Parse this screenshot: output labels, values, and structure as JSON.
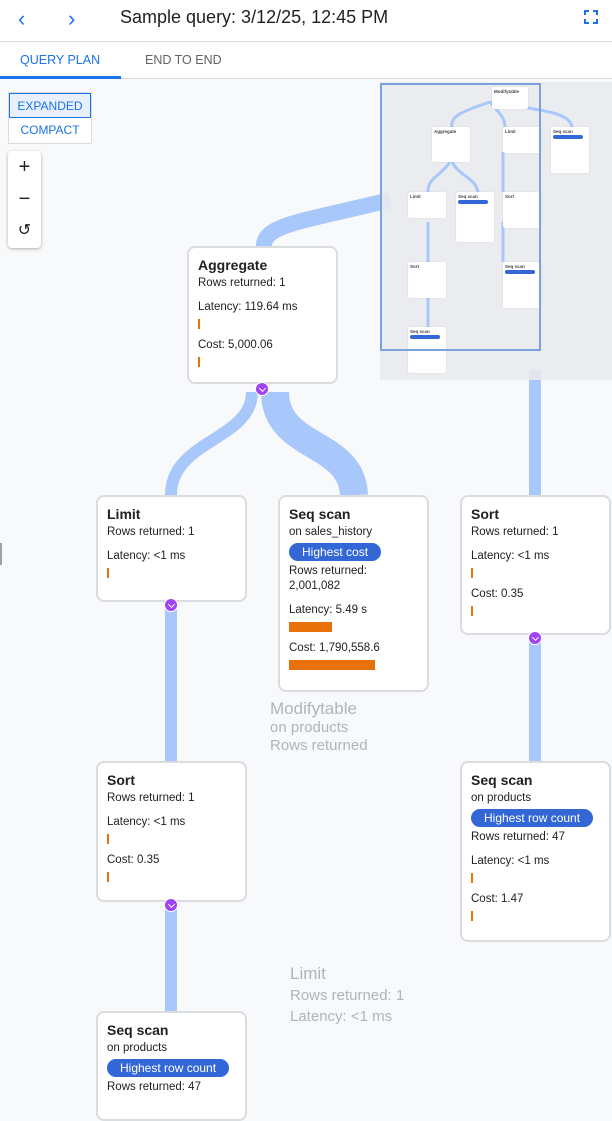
{
  "header": {
    "back_icon": "chevron-left",
    "forward_icon": "chevron-right",
    "title": "Sample query: 3/12/25, 12:45 PM",
    "fullscreen_icon": "fullscreen"
  },
  "tabs": [
    {
      "label": "QUERY PLAN",
      "active": true
    },
    {
      "label": "END TO END",
      "active": false
    }
  ],
  "view_mode": {
    "options": [
      "EXPANDED",
      "COMPACT"
    ],
    "selected": "EXPANDED"
  },
  "zoom_controls": {
    "zoom_in": "+",
    "zoom_out": "−",
    "reset": "↺"
  },
  "colors": {
    "accent": "#1a73e8",
    "edge": "#a8c7fa",
    "bar": "#e8710a",
    "badge": "#3367d6",
    "chevron": "#a142f4"
  },
  "nodes": {
    "aggregate": {
      "title": "Aggregate",
      "rows": "Rows returned: 1",
      "latency": "Latency: 119.64 ms",
      "cost": "Cost: 5,000.06"
    },
    "limit": {
      "title": "Limit",
      "rows": "Rows returned: 1",
      "latency": "Latency: <1 ms"
    },
    "seqscan_sales": {
      "title": "Seq scan",
      "on": "on sales_history",
      "badge": "Highest cost",
      "rows": "Rows returned:",
      "rows_value": "2,001,082",
      "latency": "Latency: 5.49 s",
      "cost": "Cost: 1,790,558.6",
      "latency_fraction": 0.33,
      "cost_fraction": 0.67
    },
    "sort_right": {
      "title": "Sort",
      "rows": "Rows returned: 1",
      "latency": "Latency: <1 ms",
      "cost": "Cost: 0.35"
    },
    "sort_left": {
      "title": "Sort",
      "rows": "Rows returned: 1",
      "latency": "Latency: <1 ms",
      "cost": "Cost: 0.35"
    },
    "seqscan_products_right": {
      "title": "Seq scan",
      "on": "on products",
      "badge": "Highest row count",
      "rows": "Rows returned: 47",
      "latency": "Latency: <1 ms",
      "cost": "Cost: 1.47"
    },
    "seqscan_products_bottom": {
      "title": "Seq scan",
      "on": "on products",
      "badge": "Highest row count",
      "rows": "Rows returned: 47"
    }
  },
  "background_nodes": {
    "modifytable": {
      "title": "Modifytable",
      "on": "on products",
      "rows": "Rows returned"
    },
    "limit": {
      "title": "Limit",
      "rows": "Rows returned: 1",
      "latency": "Latency: <1 ms"
    }
  },
  "minimap": {
    "nodes": [
      "Modifytable",
      "Aggregate",
      "Limit",
      "Seq scan",
      "Limit",
      "Seq scan",
      "Sort",
      "Sort",
      "Seq scan",
      "Seq scan"
    ]
  }
}
